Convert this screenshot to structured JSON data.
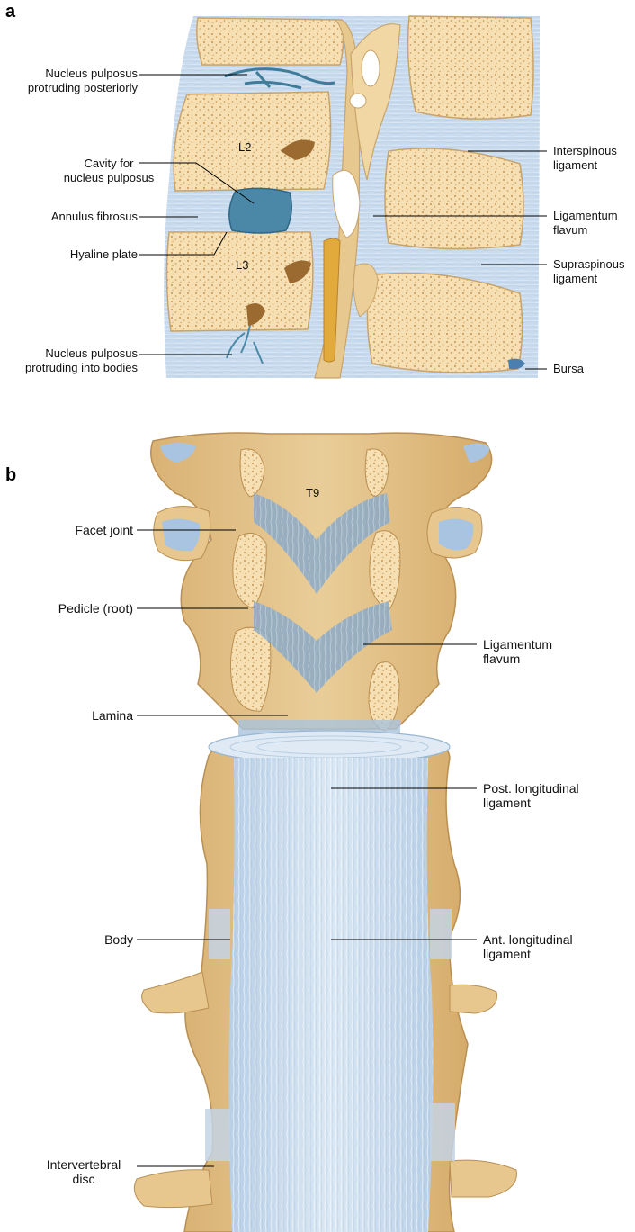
{
  "panel_a": {
    "letter": "a",
    "vertebra_labels": [
      "L2",
      "L3"
    ],
    "labels_left": [
      "Nucleus pulposus\nprotruding posteriorly",
      "Cavity for\nnucleus pulposus",
      "Annulus fibrosus",
      "Hyaline plate",
      "Nucleus pulposus\nprotruding into bodies"
    ],
    "labels_right": [
      "Interspinous\nligament",
      "Ligamentum\nflavum",
      "Supraspinous\nligament",
      "Bursa"
    ]
  },
  "panel_b": {
    "letter": "b",
    "vertebra_label": "T9",
    "labels_left": [
      "Facet joint",
      "Pedicle (root)",
      "Lamina",
      "Body",
      "Intervertebral\ndisc"
    ],
    "labels_right": [
      "Ligamentum\nflavum",
      "Post. longitudinal\nligament",
      "Ant. longitudinal\nligament"
    ]
  },
  "colors": {
    "bone": "#f5deb0",
    "bone_outline": "#c9a46a",
    "bone_dark": "#c9a060",
    "bone_pores": "#d2a664",
    "ligament": "#c4d8ec",
    "ligament_dark": "#7f9fbd",
    "nucleus": "#4a8aa8",
    "text": "#111111",
    "leader": "#000000"
  }
}
